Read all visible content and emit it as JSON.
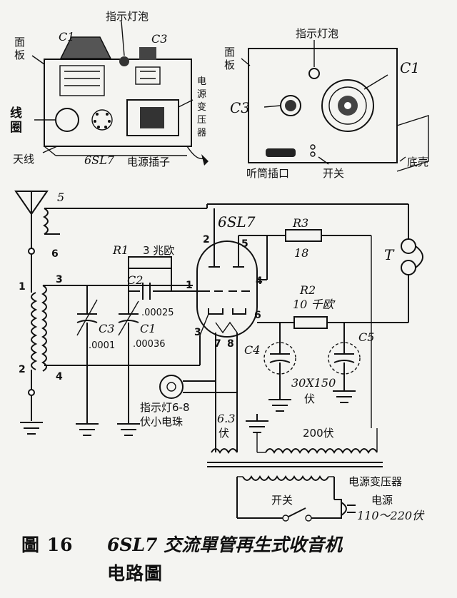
{
  "left_view": {
    "c1": "C1",
    "c3": "C3",
    "indicator_bulb": "指示灯泡",
    "panel_a": "面",
    "panel_b": "板",
    "coil_a": "线",
    "coil_b": "圈",
    "antenna": "天线",
    "tube": "6SL7",
    "transformer_a": "电",
    "transformer_b": "源",
    "transformer_c": "变",
    "transformer_d": "压",
    "transformer_e": "器",
    "power_plug": "电源插子"
  },
  "right_view": {
    "indicator_bulb": "指示灯泡",
    "panel_a": "面",
    "panel_b": "板",
    "c1": "C1",
    "c3": "C3",
    "headphone_jack": "听筒插口",
    "switch": "开关",
    "chassis": "底壳"
  },
  "schematic": {
    "tube": "6SL7",
    "r1": "R1",
    "r1_value": "3 兆欧",
    "r3": "R3",
    "r3_value": "18",
    "r2": "R2",
    "r2_value": "10 千欧",
    "c2": "C2",
    "c2_value": ".00025",
    "c1": "C1",
    "c1_value": ".00036",
    "c3": "C3",
    "c3_value": ".0001",
    "c4": "C4",
    "c5": "C5",
    "filter_value_a": "30X150",
    "filter_value_b": "伏",
    "headphone": "T",
    "pin1": "1",
    "pin2": "2",
    "pin3": "3",
    "pin4": "4",
    "pin5": "5",
    "pin6": "6",
    "pin7": "7",
    "pin8": "8",
    "coil5": "5",
    "coil6": "6",
    "coil1": "1",
    "coil2": "2",
    "coil3": "3",
    "coil4": "4",
    "lamp_a": "指示灯6-8",
    "lamp_b": "伏小电珠",
    "fil_a": "6.3",
    "fil_b": "伏",
    "hv": "200伏",
    "transformer": "电源变压器",
    "switch": "开关",
    "mains_a": "电源",
    "mains_b": "110～220伏"
  },
  "caption": {
    "fig": "圖 16",
    "title": "6SL7 交流單管再生式收音机",
    "title2": "电路圖"
  }
}
